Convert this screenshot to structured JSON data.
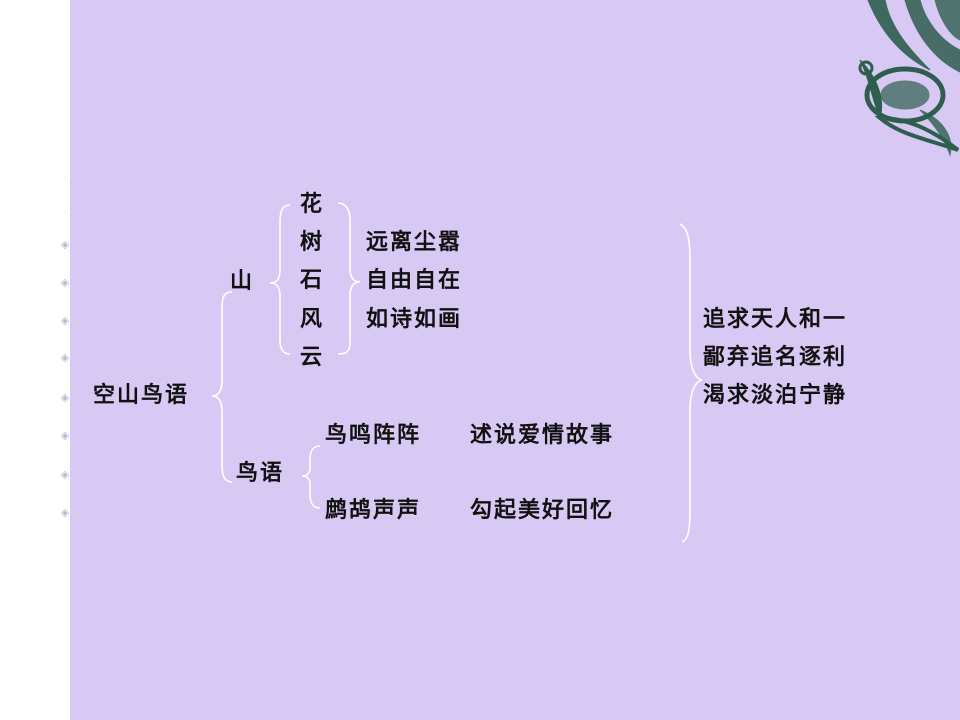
{
  "diagram": {
    "root": "空山鸟语",
    "mountain": {
      "label": "山",
      "items": [
        "花",
        "树",
        "石",
        "风",
        "云"
      ],
      "descriptions": [
        "远离尘嚣",
        "自由自在",
        "如诗如画"
      ]
    },
    "bird_language": {
      "label": "鸟语",
      "lines": [
        {
          "sound": "鸟鸣阵阵",
          "meaning": "述说爱情故事"
        },
        {
          "sound": "鹧鸪声声",
          "meaning": "勾起美好回忆"
        }
      ]
    },
    "conclusions": [
      "追求天人和一",
      "鄙弃追名逐利",
      "渴求淡泊宁静"
    ]
  },
  "decoration": {
    "bullet_glyph": "◈",
    "corner_ornament": "phoenix-ornament-icon"
  }
}
